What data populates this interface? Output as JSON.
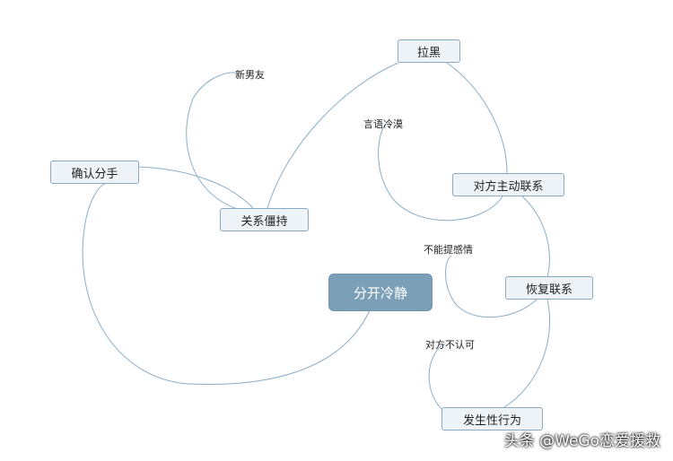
{
  "diagram": {
    "root": {
      "label": "分开冷静"
    },
    "nodes": {
      "confirm_breakup": {
        "label": "确认分手"
      },
      "relationship_stalemate": {
        "label": "关系僵持"
      },
      "block": {
        "label": "拉黑"
      },
      "other_initiates_contact": {
        "label": "对方主动联系"
      },
      "restore_contact": {
        "label": "恢复联系"
      },
      "sexual_behavior": {
        "label": "发生性行为"
      }
    },
    "edge_labels": {
      "new_boyfriend": "新男友",
      "cold_words": "言语冷漠",
      "cannot_mention_feelings": "不能提感情",
      "other_denies": "对方不认可"
    },
    "colors": {
      "edge": "#8aaec6",
      "node_fill": "#eef3f7",
      "node_border": "#8aa9c0",
      "root_fill": "#7c9fb8"
    }
  },
  "watermark": "头条 @WeGo恋爱援救"
}
